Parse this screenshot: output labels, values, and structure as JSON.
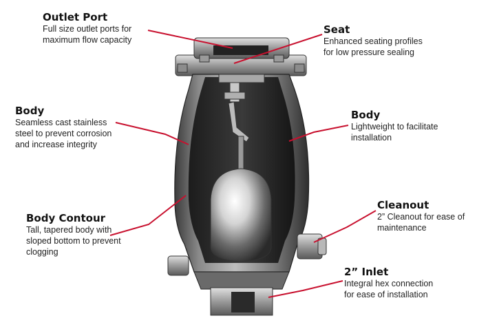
{
  "colors": {
    "leader": "#c8102e",
    "steel_dark": "#4a4a4a",
    "steel_light": "#d8d8d8"
  },
  "callouts": {
    "outlet_port": {
      "title": "Outlet Port",
      "desc": [
        "Full size outlet ports for",
        "maximum flow capacity"
      ]
    },
    "seat": {
      "title": "Seat",
      "desc": [
        "Enhanced seating profiles",
        "for low pressure sealing"
      ]
    },
    "body_left": {
      "title": "Body",
      "desc": [
        "Seamless cast stainless",
        "steel to prevent corrosion",
        "and increase integrity"
      ]
    },
    "body_right": {
      "title": "Body",
      "desc": [
        "Lightweight to facilitate",
        "installation"
      ]
    },
    "body_contour": {
      "title": "Body Contour",
      "desc": [
        "Tall, tapered body with",
        "sloped bottom to prevent",
        "clogging"
      ]
    },
    "cleanout": {
      "title": "Cleanout",
      "desc": [
        "2” Cleanout for ease of",
        "maintenance"
      ]
    },
    "inlet": {
      "title": "2” Inlet",
      "desc": [
        "Integral hex connection",
        "for ease of installation"
      ]
    }
  }
}
